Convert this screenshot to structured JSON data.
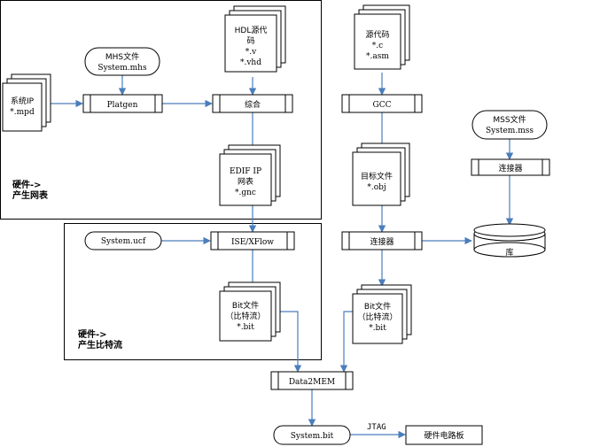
{
  "regions": {
    "netlist_note": [
      "硬件->",
      "产生网表"
    ],
    "bitstream_note": [
      "硬件->",
      "产生比特流"
    ]
  },
  "docs": {
    "system_ip": [
      "系统IP",
      "*.mpd"
    ],
    "hdl_source": [
      "HDL源代",
      "码",
      "*.v",
      "*.vhd"
    ],
    "edif": [
      "EDIF IP",
      "网表",
      "*.gnc"
    ],
    "bit_hw": [
      "Bit文件",
      "（比特流）",
      "*.bit"
    ],
    "c_source": [
      "源代码",
      "*.c",
      "*.asm"
    ],
    "object_file": [
      "目标文件",
      "*.obj"
    ],
    "bit_sw": [
      "Bit文件",
      "（比特流）",
      "*.bit"
    ]
  },
  "pills": {
    "mhs": [
      "MHS文件",
      "System.mhs"
    ],
    "ucf": [
      "System.ucf"
    ],
    "mss": [
      "MSS文件",
      "System.mss"
    ],
    "system_bit": [
      "System.bit"
    ]
  },
  "processes": {
    "platgen": "Platgen",
    "synthesis": "综合",
    "ise_xflow": "ISE/XFlow",
    "gcc": "GCC",
    "linker": "连接器",
    "lib_linker": "连接器",
    "data2mem": "Data2MEM",
    "board": "硬件电路板"
  },
  "library": "库",
  "jtag": "JTAG",
  "colors": {
    "arrow": "#4a7ebb",
    "stroke": "#000000"
  }
}
